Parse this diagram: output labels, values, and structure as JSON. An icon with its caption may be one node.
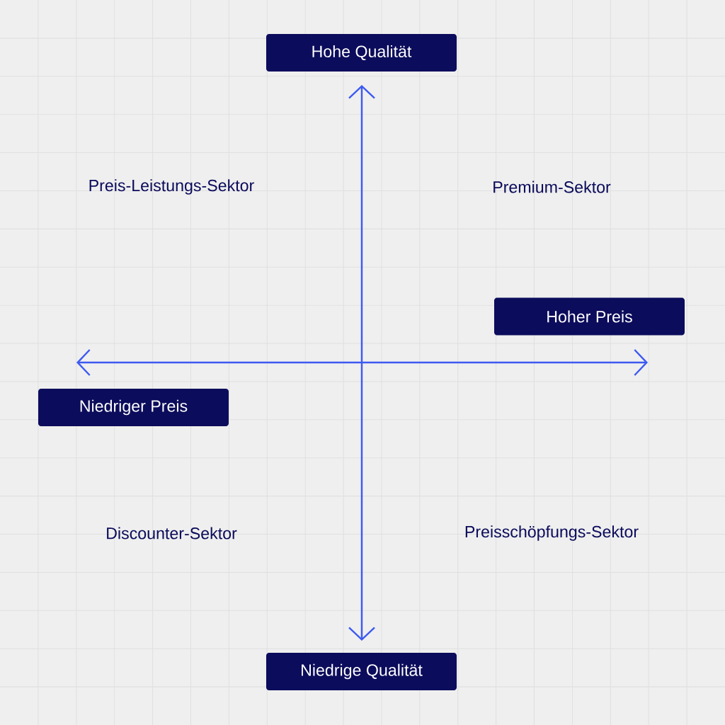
{
  "diagram": {
    "nodes": [
      {
        "text": [
          "Hohe Qualität"
        ]
      },
      {
        "text": [
          "Hoher Preis"
        ]
      },
      {
        "text": [
          "Niedriger Preis"
        ]
      },
      {
        "text": [
          "Niedrige Qualität"
        ]
      }
    ],
    "labels": [
      "Preis-Leistungs-Sektor",
      "Premium-Sektor",
      "Discounter-Sektor",
      "Preisschöpfungs-Sektor"
    ]
  }
}
